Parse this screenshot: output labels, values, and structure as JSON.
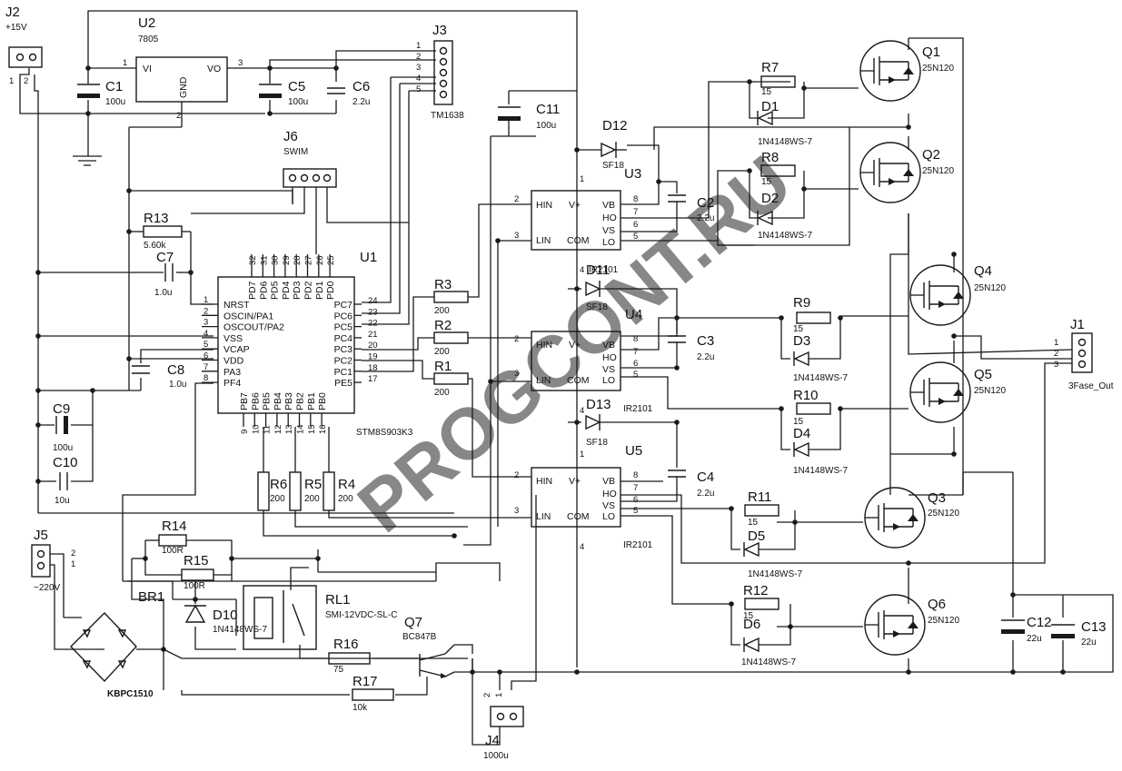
{
  "watermark": "PROGCONT.RU",
  "components": {
    "J2": {
      "ref": "J2",
      "value": "+15V"
    },
    "U2": {
      "ref": "U2",
      "value": "7805",
      "pin_vi": "VI",
      "pin_vo": "VO",
      "pin_gnd": "GND"
    },
    "C1": {
      "ref": "C1",
      "value": "100u"
    },
    "C5": {
      "ref": "C5",
      "value": "100u"
    },
    "C6": {
      "ref": "C6",
      "value": "2.2u"
    },
    "J3": {
      "ref": "J3",
      "value": "TM1638"
    },
    "J6": {
      "ref": "J6",
      "value": "SWIM"
    },
    "C11": {
      "ref": "C11",
      "value": "100u"
    },
    "R13": {
      "ref": "R13",
      "value": "5.60k"
    },
    "C7": {
      "ref": "C7",
      "value": "1.0u"
    },
    "C8": {
      "ref": "C8",
      "value": "1.0u"
    },
    "C9": {
      "ref": "C9",
      "value": "100u"
    },
    "C10": {
      "ref": "C10",
      "value": "10u"
    },
    "U1": {
      "ref": "U1",
      "value": "STM8S903K3",
      "left_pins": [
        "NRST",
        "OSCIN/PA1",
        "OSCOUT/PA2",
        "VSS",
        "VCAP",
        "VDD",
        "PA3",
        "PF4"
      ],
      "left_nums": [
        "1",
        "2",
        "3",
        "4",
        "5",
        "6",
        "7",
        "8"
      ],
      "right_pins": [
        "PC7",
        "PC6",
        "PC5",
        "PC4",
        "PC3",
        "PC2",
        "PC1",
        "PE5"
      ],
      "right_nums": [
        "24",
        "23",
        "22",
        "21",
        "20",
        "19",
        "18",
        "17"
      ],
      "top_pins": [
        "PD7",
        "PD6",
        "PD5",
        "PD4",
        "PD3",
        "PD2",
        "PD1",
        "PD0"
      ],
      "top_nums": [
        "32",
        "31",
        "30",
        "29",
        "28",
        "27",
        "26",
        "25"
      ],
      "bottom_pins": [
        "PB7",
        "PB6",
        "PB5",
        "PB4",
        "PB3",
        "PB2",
        "PB1",
        "PB0"
      ],
      "bottom_nums": [
        "9",
        "10",
        "11",
        "12",
        "13",
        "14",
        "15",
        "16"
      ]
    },
    "R1": {
      "ref": "R1",
      "value": "200"
    },
    "R2": {
      "ref": "R2",
      "value": "200"
    },
    "R3": {
      "ref": "R3",
      "value": "200"
    },
    "R4": {
      "ref": "R4",
      "value": "200"
    },
    "R5": {
      "ref": "R5",
      "value": "200"
    },
    "R6": {
      "ref": "R6",
      "value": "200"
    },
    "D11": {
      "ref": "D11",
      "value": "SF18"
    },
    "D12": {
      "ref": "D12",
      "value": "SF18"
    },
    "D13": {
      "ref": "D13",
      "value": "SF18"
    },
    "U3": {
      "ref": "U3",
      "value": "IR2101"
    },
    "U4": {
      "ref": "U4",
      "value": "IR2101"
    },
    "U5": {
      "ref": "U5",
      "value": "IR2101"
    },
    "ir2101_pins": {
      "hin": "HIN",
      "lin": "LIN",
      "vplus": "V+",
      "com": "COM",
      "vb": "VB",
      "ho": "HO",
      "vs": "VS",
      "lo": "LO"
    },
    "C2": {
      "ref": "C2",
      "value": "2.2u"
    },
    "C3": {
      "ref": "C3",
      "value": "2.2u"
    },
    "C4": {
      "ref": "C4",
      "value": "2.2u"
    },
    "R7": {
      "ref": "R7",
      "value": "15"
    },
    "R8": {
      "ref": "R8",
      "value": "15"
    },
    "R9": {
      "ref": "R9",
      "value": "15"
    },
    "R10": {
      "ref": "R10",
      "value": "15"
    },
    "R11": {
      "ref": "R11",
      "value": "15"
    },
    "R12": {
      "ref": "R12",
      "value": "15"
    },
    "D1": {
      "ref": "D1",
      "value": "1N4148WS-7"
    },
    "D2": {
      "ref": "D2",
      "value": "1N4148WS-7"
    },
    "D3": {
      "ref": "D3",
      "value": "1N4148WS-7"
    },
    "D4": {
      "ref": "D4",
      "value": "1N4148WS-7"
    },
    "D5": {
      "ref": "D5",
      "value": "1N4148WS-7"
    },
    "D6": {
      "ref": "D6",
      "value": "1N4148WS-7"
    },
    "D10": {
      "ref": "D10",
      "value": "1N4148WS-7"
    },
    "Q1": {
      "ref": "Q1",
      "value": "25N120"
    },
    "Q2": {
      "ref": "Q2",
      "value": "25N120"
    },
    "Q3": {
      "ref": "Q3",
      "value": "25N120"
    },
    "Q4": {
      "ref": "Q4",
      "value": "25N120"
    },
    "Q5": {
      "ref": "Q5",
      "value": "25N120"
    },
    "Q6": {
      "ref": "Q6",
      "value": "25N120"
    },
    "J1": {
      "ref": "J1",
      "value": "3Fase_Out"
    },
    "C12": {
      "ref": "C12",
      "value": "22u"
    },
    "C13": {
      "ref": "C13",
      "value": "22u"
    },
    "J5": {
      "ref": "J5",
      "value": "~220V"
    },
    "BR1": {
      "ref": "BR1",
      "value": "KBPC1510"
    },
    "R14": {
      "ref": "R14",
      "value": "100R"
    },
    "R15": {
      "ref": "R15",
      "value": "100R"
    },
    "RL1": {
      "ref": "RL1",
      "value": "SMI-12VDC-SL-C"
    },
    "Q7": {
      "ref": "Q7",
      "value": "BC847B"
    },
    "R16": {
      "ref": "R16",
      "value": "75"
    },
    "R17": {
      "ref": "R17",
      "value": "10k"
    },
    "J4": {
      "ref": "J4",
      "value": "1000u"
    }
  },
  "pin_labels": {
    "n1": "1",
    "n2": "2",
    "n3": "3",
    "n4": "4",
    "n5": "5",
    "n6": "6",
    "n7": "7",
    "n8": "8"
  }
}
